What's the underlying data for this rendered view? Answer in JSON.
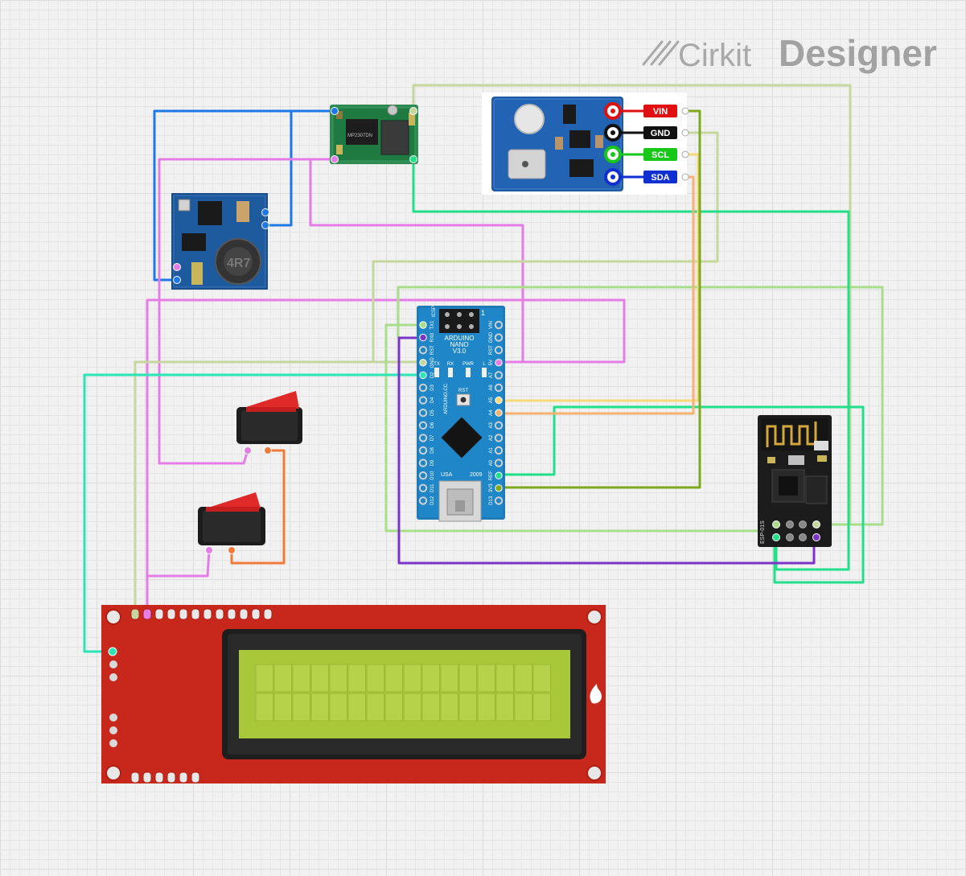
{
  "brand": {
    "name_light": "Cirkit",
    "name_bold": "Designer"
  },
  "sensor": {
    "pin_labels": [
      "VIN",
      "GND",
      "SCL",
      "SDA"
    ],
    "pin_colors": [
      "#e01010",
      "#111111",
      "#18c818",
      "#1030d0"
    ]
  },
  "nano": {
    "title_lines": [
      "ARDUINO",
      "NANO",
      "V3.0"
    ],
    "left_pins": [
      "TX1",
      "RX0",
      "RST",
      "GND",
      "D2",
      "D3",
      "D4",
      "D5",
      "D6",
      "D7",
      "D8",
      "D9",
      "D10",
      "D11",
      "D12"
    ],
    "right_pins": [
      "VIN",
      "GND",
      "RST",
      "5V",
      "A7",
      "A6",
      "A5",
      "A4",
      "A3",
      "A2",
      "A1",
      "A0",
      "REF",
      "3V3",
      "D13"
    ],
    "led_labels": [
      "TX",
      "RX",
      "PWR",
      "L"
    ],
    "reset_label": "RST",
    "brand_text": "ARDUINO.CC",
    "usa_text": "USA",
    "year_text": "2009",
    "icsp_text": "ICSP",
    "pin1_text": "1"
  },
  "components": {
    "buck_top_chip": "MP2307DN",
    "buck_left_inductor": "4R7",
    "esp_label": "ESP-01S"
  },
  "wire_colors": {
    "green": "#22e08a",
    "teal": "#2be5b5",
    "light_green": "#a8de8a",
    "sage": "#c5d79d",
    "magenta": "#e57de6",
    "blue": "#1f78e8",
    "purple": "#7a34c9",
    "orange": "#f07a3a",
    "yellow": "#f7d97a",
    "peach": "#f6b271",
    "olive": "#7ea81e"
  }
}
